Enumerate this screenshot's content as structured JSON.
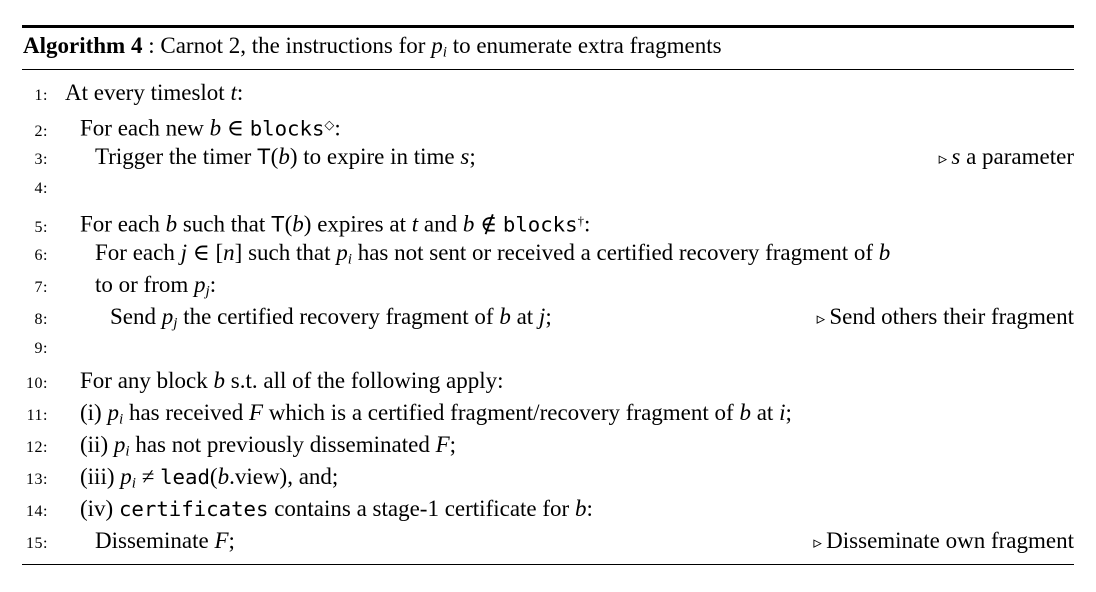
{
  "colors": {
    "text": "#000000",
    "background": "#ffffff",
    "rule": "#000000"
  },
  "header": {
    "segments": [
      {
        "text": "Algorithm 4",
        "style": "bf"
      },
      {
        "text": " : Carnot 2, the instructions for ",
        "style": "rm"
      },
      {
        "text": "p",
        "style": "it"
      },
      {
        "text": "i",
        "style": "itsub"
      },
      {
        "text": " to enumerate extra fragments",
        "style": "rm"
      }
    ]
  },
  "lines": [
    {
      "num": "1:",
      "indent": 0,
      "segments": [
        {
          "text": "At every timeslot ",
          "style": "rm"
        },
        {
          "text": "t",
          "style": "it"
        },
        {
          "text": ":",
          "style": "rm"
        }
      ]
    },
    {
      "num": "2:",
      "indent": 1,
      "segments": [
        {
          "text": "For each new ",
          "style": "rm"
        },
        {
          "text": "b",
          "style": "it"
        },
        {
          "text": " ∈ ",
          "style": "rm"
        },
        {
          "text": "blocks",
          "style": "tt"
        },
        {
          "text": "◇",
          "style": "sup"
        },
        {
          "text": ":",
          "style": "rm"
        }
      ]
    },
    {
      "num": "3:",
      "indent": 2,
      "segments": [
        {
          "text": "Trigger the timer ",
          "style": "rm"
        },
        {
          "text": "T",
          "style": "sf"
        },
        {
          "text": "(",
          "style": "rm"
        },
        {
          "text": "b",
          "style": "it"
        },
        {
          "text": ") to expire in time ",
          "style": "rm"
        },
        {
          "text": "s",
          "style": "it"
        },
        {
          "text": ";",
          "style": "rm"
        }
      ],
      "comment": [
        {
          "text": "▹ ",
          "style": "mark"
        },
        {
          "text": "s",
          "style": "it"
        },
        {
          "text": " a parameter",
          "style": "rm"
        }
      ]
    },
    {
      "num": "4:",
      "indent": 0,
      "segments": []
    },
    {
      "num": "5:",
      "indent": 1,
      "segments": [
        {
          "text": "For each ",
          "style": "rm"
        },
        {
          "text": "b",
          "style": "it"
        },
        {
          "text": " such that ",
          "style": "rm"
        },
        {
          "text": "T",
          "style": "sf"
        },
        {
          "text": "(",
          "style": "rm"
        },
        {
          "text": "b",
          "style": "it"
        },
        {
          "text": ") expires at ",
          "style": "rm"
        },
        {
          "text": "t",
          "style": "it"
        },
        {
          "text": " and ",
          "style": "rm"
        },
        {
          "text": "b",
          "style": "it"
        },
        {
          "text": " ∉ ",
          "style": "rm"
        },
        {
          "text": "blocks",
          "style": "tt"
        },
        {
          "text": "†",
          "style": "sup"
        },
        {
          "text": ":",
          "style": "rm"
        }
      ]
    },
    {
      "num": "6:",
      "indent": 2,
      "segments": [
        {
          "text": "For each ",
          "style": "rm"
        },
        {
          "text": "j",
          "style": "it"
        },
        {
          "text": " ∈ [",
          "style": "rm"
        },
        {
          "text": "n",
          "style": "it"
        },
        {
          "text": "] such that ",
          "style": "rm"
        },
        {
          "text": "p",
          "style": "it"
        },
        {
          "text": "i",
          "style": "itsub"
        },
        {
          "text": " has not sent or received a certified recovery fragment of ",
          "style": "rm"
        },
        {
          "text": "b",
          "style": "it"
        }
      ]
    },
    {
      "num": "7:",
      "indent": 2,
      "segments": [
        {
          "text": "to or from ",
          "style": "rm"
        },
        {
          "text": "p",
          "style": "it"
        },
        {
          "text": "j",
          "style": "itsub"
        },
        {
          "text": ":",
          "style": "rm"
        }
      ]
    },
    {
      "num": "8:",
      "indent": 3,
      "segments": [
        {
          "text": "Send ",
          "style": "rm"
        },
        {
          "text": "p",
          "style": "it"
        },
        {
          "text": "j",
          "style": "itsub"
        },
        {
          "text": " the certified recovery fragment of ",
          "style": "rm"
        },
        {
          "text": "b",
          "style": "it"
        },
        {
          "text": " at ",
          "style": "rm"
        },
        {
          "text": "j",
          "style": "it"
        },
        {
          "text": ";",
          "style": "rm"
        }
      ],
      "comment": [
        {
          "text": "▹ ",
          "style": "mark"
        },
        {
          "text": "Send others their fragment",
          "style": "rm"
        }
      ]
    },
    {
      "num": "9:",
      "indent": 0,
      "segments": []
    },
    {
      "num": "10:",
      "indent": 1,
      "segments": [
        {
          "text": "For any block ",
          "style": "rm"
        },
        {
          "text": "b",
          "style": "it"
        },
        {
          "text": " s.t. all of the following apply:",
          "style": "rm"
        }
      ]
    },
    {
      "num": "11:",
      "indent": 1,
      "segments": [
        {
          "text": "(i) ",
          "style": "rm"
        },
        {
          "text": "p",
          "style": "it"
        },
        {
          "text": "i",
          "style": "itsub"
        },
        {
          "text": " has received ",
          "style": "rm"
        },
        {
          "text": "F",
          "style": "it"
        },
        {
          "text": " which is a certified fragment/recovery fragment of ",
          "style": "rm"
        },
        {
          "text": "b",
          "style": "it"
        },
        {
          "text": " at ",
          "style": "rm"
        },
        {
          "text": "i",
          "style": "it"
        },
        {
          "text": ";",
          "style": "rm"
        }
      ]
    },
    {
      "num": "12:",
      "indent": 1,
      "segments": [
        {
          "text": "(ii) ",
          "style": "rm"
        },
        {
          "text": "p",
          "style": "it"
        },
        {
          "text": "i",
          "style": "itsub"
        },
        {
          "text": " has not previously disseminated ",
          "style": "rm"
        },
        {
          "text": "F",
          "style": "it"
        },
        {
          "text": ";",
          "style": "rm"
        }
      ]
    },
    {
      "num": "13:",
      "indent": 1,
      "segments": [
        {
          "text": "(iii) ",
          "style": "rm"
        },
        {
          "text": "p",
          "style": "it"
        },
        {
          "text": "i",
          "style": "itsub"
        },
        {
          "text": " ≠ ",
          "style": "rm"
        },
        {
          "text": "lead",
          "style": "tt"
        },
        {
          "text": "(",
          "style": "rm"
        },
        {
          "text": "b",
          "style": "it"
        },
        {
          "text": ".view), and;",
          "style": "rm"
        }
      ]
    },
    {
      "num": "14:",
      "indent": 1,
      "segments": [
        {
          "text": "(iv) ",
          "style": "rm"
        },
        {
          "text": "certificates",
          "style": "tt"
        },
        {
          "text": " contains a stage-1 certificate for ",
          "style": "rm"
        },
        {
          "text": "b",
          "style": "it"
        },
        {
          "text": ":",
          "style": "rm"
        }
      ]
    },
    {
      "num": "15:",
      "indent": 2,
      "segments": [
        {
          "text": "Disseminate ",
          "style": "rm"
        },
        {
          "text": "F",
          "style": "it"
        },
        {
          "text": ";",
          "style": "rm"
        }
      ],
      "comment": [
        {
          "text": "▹ ",
          "style": "mark"
        },
        {
          "text": "Disseminate own fragment",
          "style": "rm"
        }
      ]
    }
  ]
}
